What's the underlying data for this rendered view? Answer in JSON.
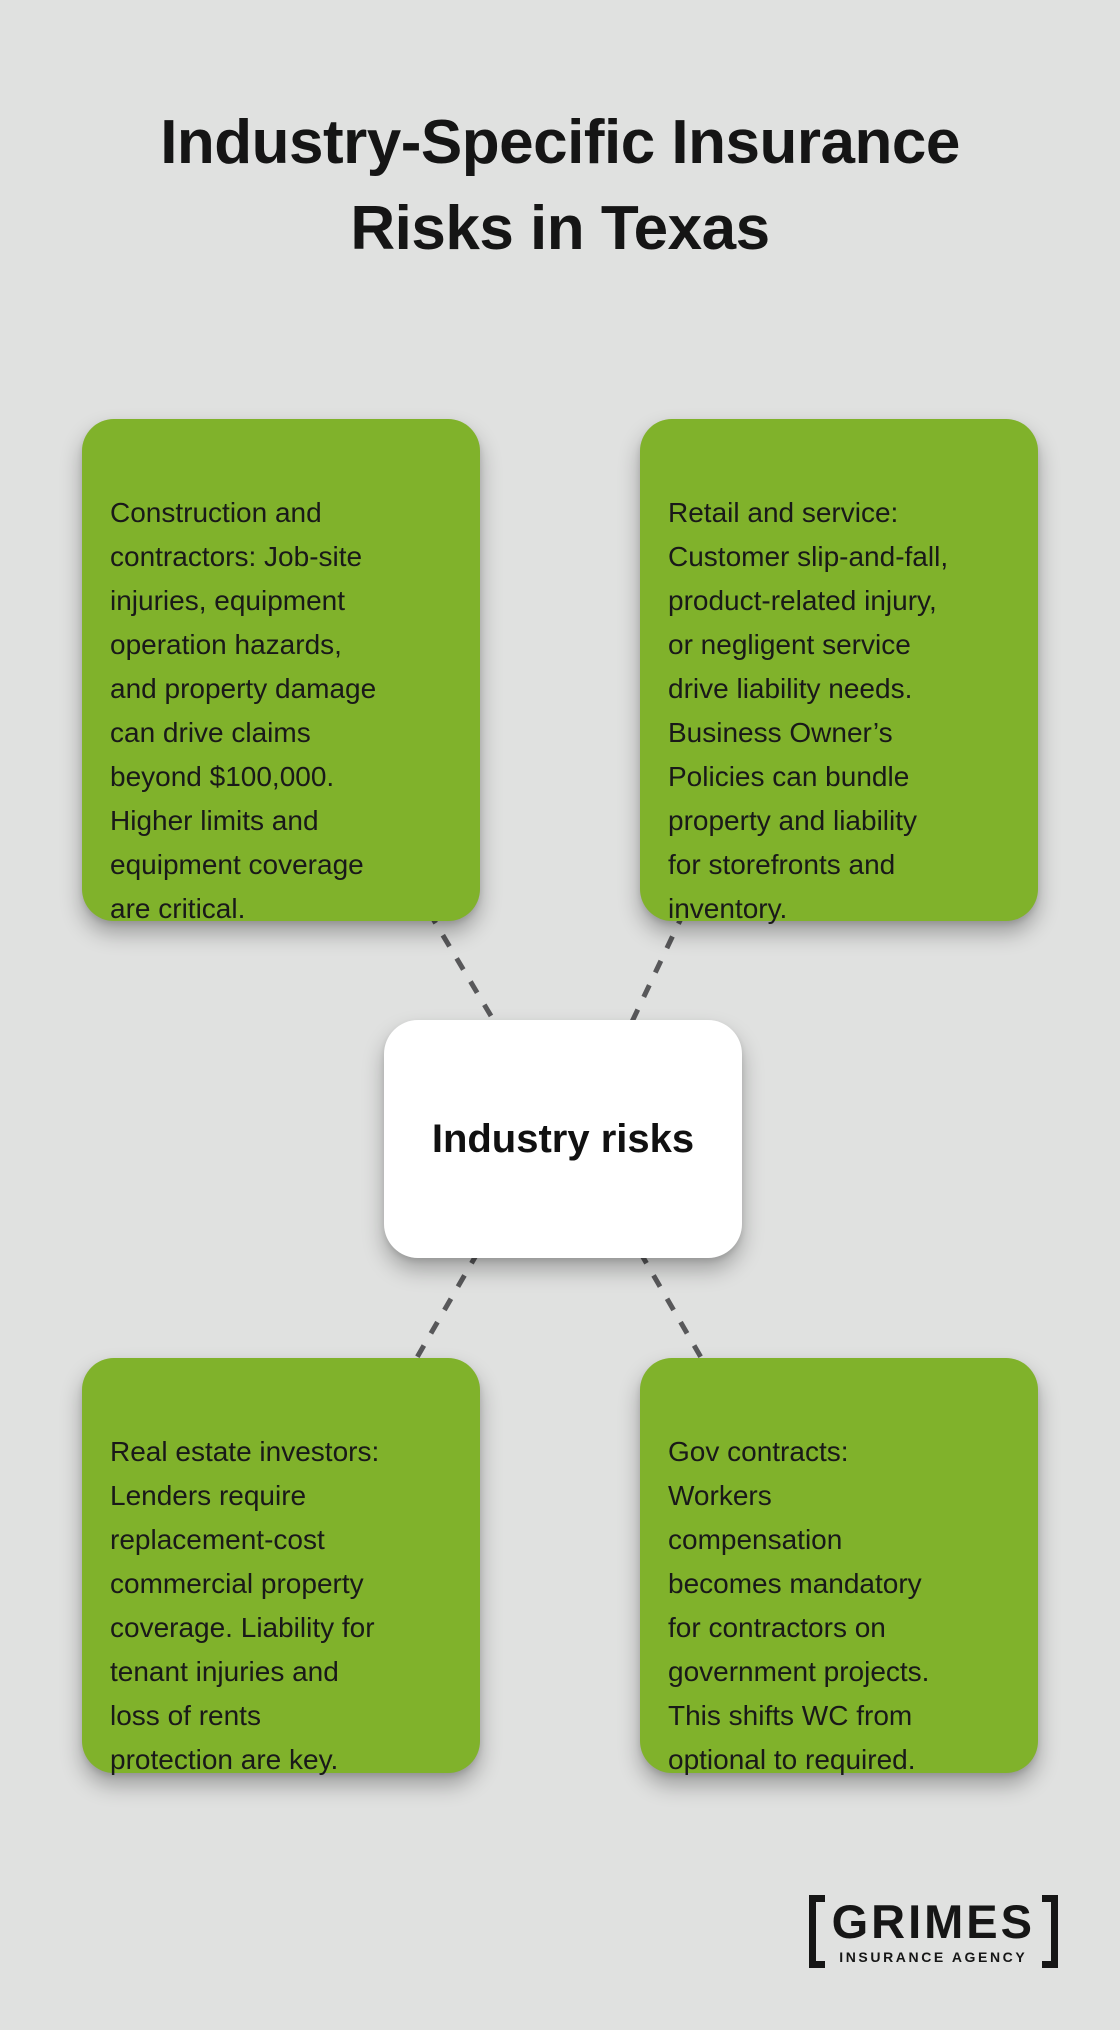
{
  "title": "Industry-Specific Insurance\nRisks in Texas",
  "center_node": {
    "label": "Industry risks"
  },
  "nodes": [
    {
      "id": "construction-contractors",
      "text": "Construction and\ncontractors: Job-site\ninjuries, equipment\noperation hazards,\nand property damage\ncan drive claims\nbeyond $100,000.\nHigher limits and\nequipment coverage\nare critical."
    },
    {
      "id": "retail-service",
      "text": "Retail and service:\nCustomer slip-and-fall,\nproduct-related injury,\nor negligent service\ndrive liability needs.\nBusiness Owner’s\nPolicies can bundle\nproperty and liability\nfor storefronts and\ninventory."
    },
    {
      "id": "real-estate-investors",
      "text": "Real estate investors:\nLenders require\nreplacement-cost\ncommercial property\ncoverage. Liability for\ntenant injuries and\nloss of rents\nprotection are key."
    },
    {
      "id": "gov-contracts",
      "text": "Gov contracts:\nWorkers\ncompensation\nbecomes mandatory\nfor contractors on\ngovernment projects.\nThis shifts WC from\noptional to required."
    }
  ],
  "logo": {
    "name": "GRIMES",
    "tagline": "INSURANCE AGENCY"
  },
  "colors": {
    "background": "#E0E1E0",
    "node_green": "#80B22B",
    "card_white": "#FFFFFF",
    "text_dark": "#191919",
    "title_black": "#151515",
    "connector_gray": "#58585A"
  }
}
